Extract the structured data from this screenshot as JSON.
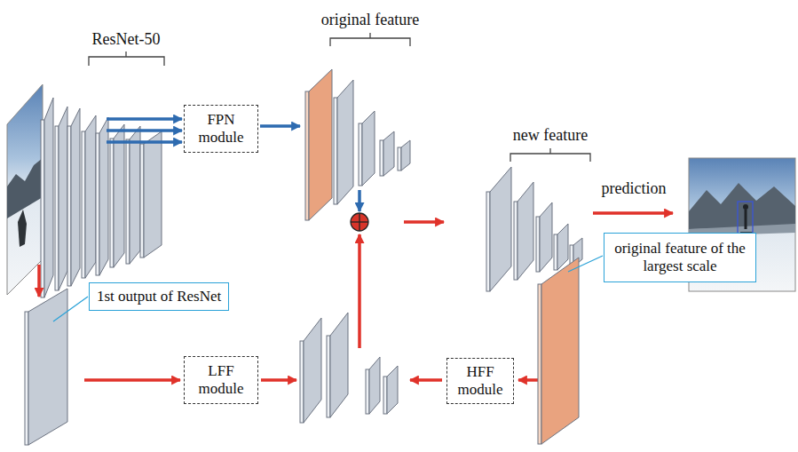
{
  "diagram": {
    "nodes": [
      {
        "text": [
          "FPN module"
        ]
      },
      {
        "text": [
          "1st output of ResNet"
        ]
      },
      {
        "text": [
          "LFF module"
        ]
      },
      {
        "text": [
          "HFF module"
        ]
      },
      {
        "text": [
          "original feature of the largest scale"
        ]
      }
    ],
    "labels": [
      "ResNet-50",
      "original feature",
      "new feature",
      "prediction"
    ]
  }
}
